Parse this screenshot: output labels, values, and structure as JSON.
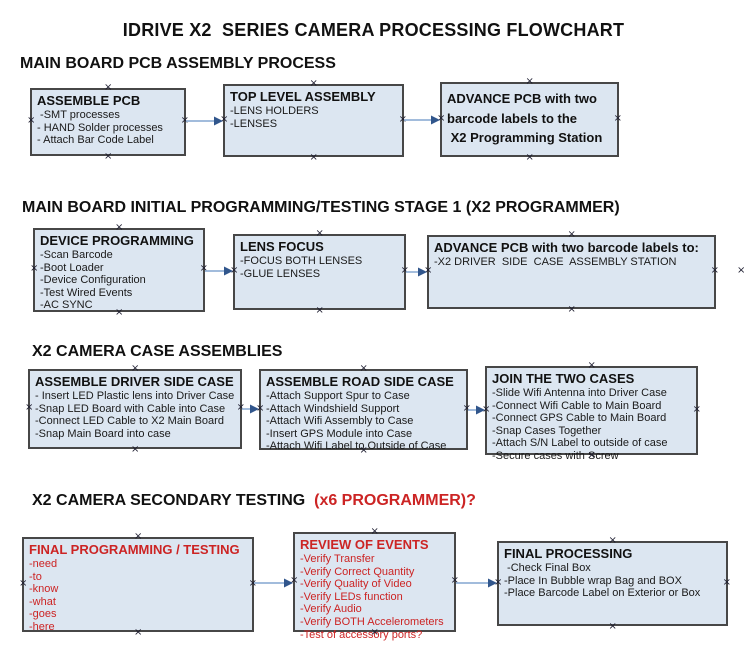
{
  "title": "IDRIVE X2  SERIES CAMERA PROCESSING FLOWCHART",
  "anchor_glyph": "×",
  "colors": {
    "box_fill": "#dce6f1",
    "box_border": "#474747",
    "red_text": "#cc2424",
    "arrow_line": "#95b3d7",
    "arrow_head": "#31568c"
  },
  "sections": [
    {
      "heading": "MAIN BOARD PCB ASSEMBLY PROCESS",
      "heading_red": "",
      "boxes": [
        {
          "title": "ASSEMBLE PCB",
          "items": [
            " -SMT processes",
            "- HAND Solder processes",
            "- Attach Bar Code Label"
          ]
        },
        {
          "title": "TOP LEVEL ASSEMBLY",
          "items": [
            "-LENS HOLDERS",
            "-LENSES"
          ]
        },
        {
          "title_lines": [
            "ADVANCE PCB with two",
            "barcode labels to the",
            " X2 Programming Station"
          ]
        }
      ]
    },
    {
      "heading": "MAIN BOARD INITIAL PROGRAMMING/TESTING STAGE 1 (X2 PROGRAMMER)",
      "heading_red": "",
      "boxes": [
        {
          "title": "DEVICE PROGRAMMING",
          "items": [
            "-Scan Barcode",
            "-Boot Loader",
            "-Device Configuration",
            "-Test Wired Events",
            "-AC SYNC"
          ]
        },
        {
          "title": "LENS FOCUS",
          "items": [
            "-FOCUS BOTH LENSES",
            "-GLUE LENSES"
          ]
        },
        {
          "title": "ADVANCE PCB with two barcode labels to:",
          "items": [
            "-X2 DRIVER  SIDE  CASE  ASSEMBLY STATION"
          ]
        }
      ]
    },
    {
      "heading": "X2 CAMERA CASE ASSEMBLIES",
      "heading_red": "",
      "boxes": [
        {
          "title": "ASSEMBLE DRIVER SIDE CASE",
          "items": [
            "- Insert LED Plastic lens into Driver Case",
            "-Snap LED Board with Cable into Case",
            "-Connect LED Cable to X2 Main Board",
            "-Snap Main Board into case"
          ]
        },
        {
          "title": "ASSEMBLE ROAD SIDE CASE",
          "items": [
            "-Attach Support Spur to Case",
            "-Attach Windshield Support",
            "-Attach Wifi Assembly to Case",
            "-Insert GPS Module into Case",
            "-Attach Wifi Label to Outside of Case"
          ]
        },
        {
          "title": "JOIN THE TWO CASES",
          "items": [
            "-Slide Wifi Antenna into Driver Case",
            "-Connect Wifi Cable to Main Board",
            "-Connect GPS Cable to Main Board",
            "-Snap Cases Together",
            "-Attach S/N Label to outside of case",
            "-Secure cases with Screw"
          ]
        }
      ]
    },
    {
      "heading": "X2 CAMERA SECONDARY TESTING  ",
      "heading_red": "(x6 PROGRAMMER)?",
      "boxes": [
        {
          "title": "FINAL PROGRAMMING / TESTING",
          "items": [
            "-need",
            "-to",
            "-know",
            "-what",
            "-goes",
            "-here"
          ]
        },
        {
          "title": "REVIEW OF EVENTS",
          "items": [
            "-Verify Transfer",
            "-Verify Correct Quantity",
            "-Verify Quality of Video",
            "-Verify LEDs function",
            "-Verify Audio",
            "-Verify BOTH Accelerometers",
            "-Test of accessory ports?"
          ]
        },
        {
          "title": "FINAL PROCESSING",
          "items": [
            " -Check Final Box",
            "-Place In Bubble wrap Bag and BOX",
            "-Place Barcode Label on Exterior or Box"
          ]
        }
      ]
    }
  ]
}
